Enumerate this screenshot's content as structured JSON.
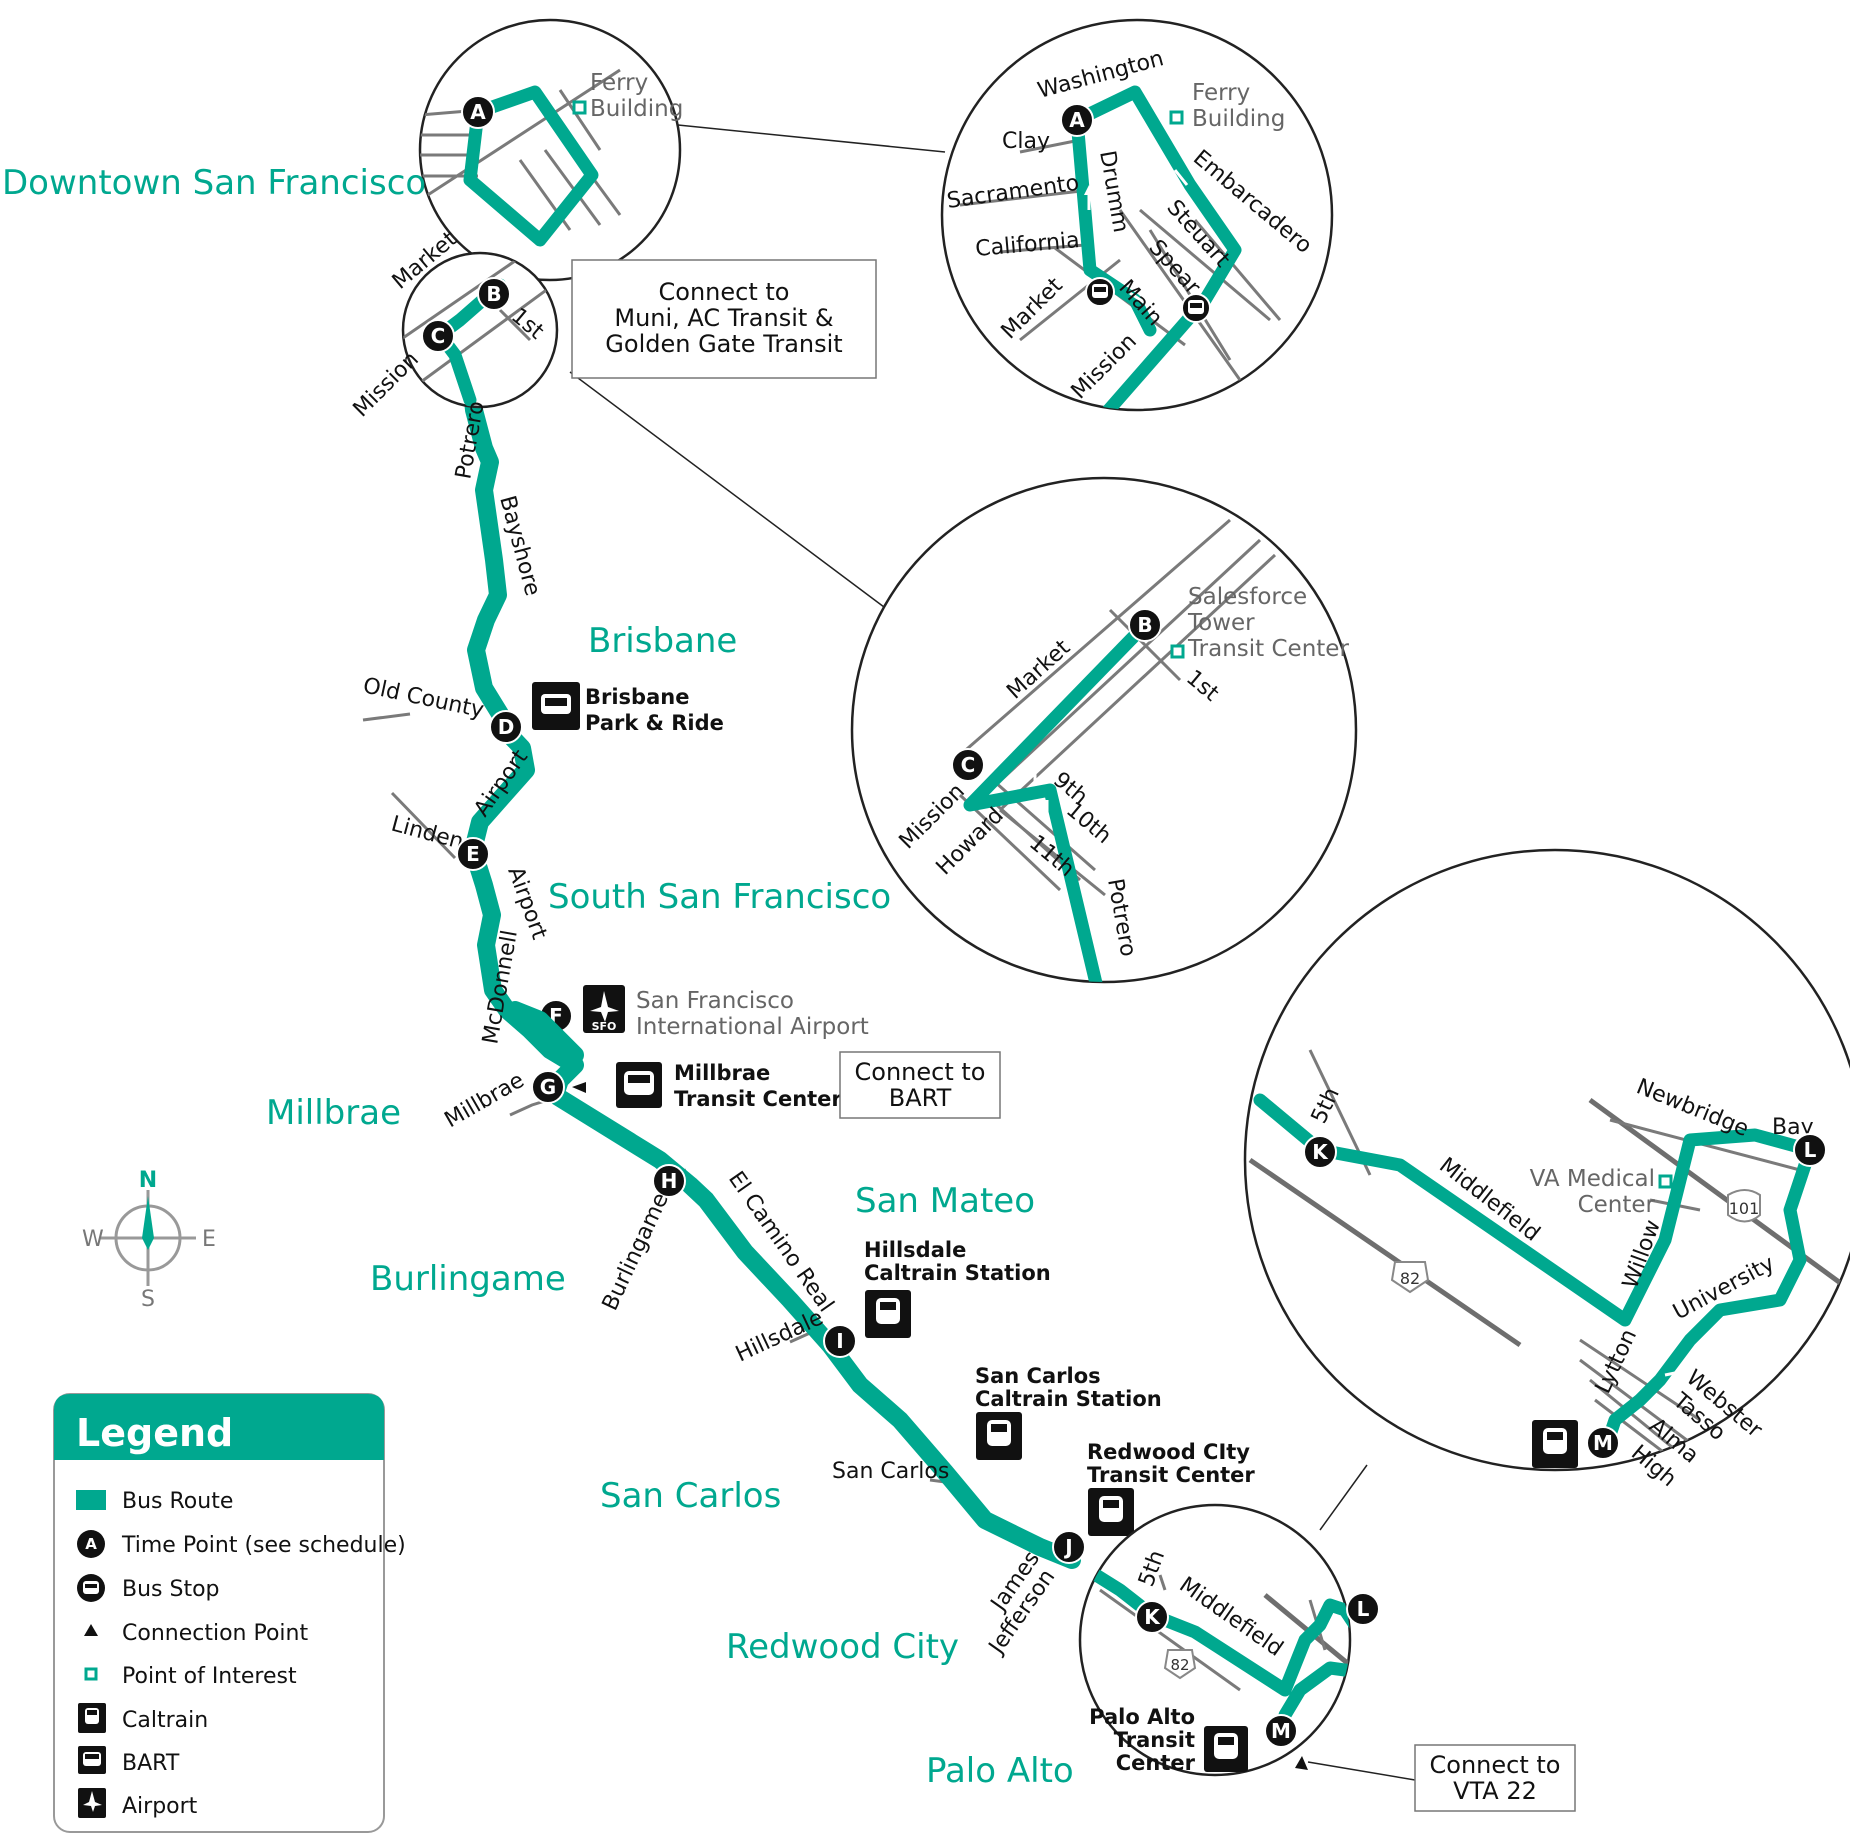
{
  "cities": {
    "downtown_sf": "Downtown San Francisco",
    "brisbane": "Brisbane",
    "south_sf": "South San Francisco",
    "millbrae": "Millbrae",
    "san_mateo": "San Mateo",
    "burlingame": "Burlingame",
    "san_carlos": "San Carlos",
    "redwood_city": "Redwood City",
    "palo_alto": "Palo Alto"
  },
  "time_points": [
    "A",
    "B",
    "C",
    "D",
    "E",
    "F",
    "G",
    "H",
    "I",
    "J",
    "K",
    "L",
    "M"
  ],
  "streets": {
    "market": "Market",
    "mission": "Mission",
    "first": "1st",
    "potrero": "Potrero",
    "bayshore": "Bayshore",
    "old_county": "Old County",
    "airport": "Airport",
    "linden": "Linden",
    "mcdonnell": "McDonnell",
    "millbrae": "Millbrae",
    "burlingame": "Burlingame",
    "el_camino_real": "El Camino Real",
    "hillsdale": "Hillsdale",
    "san_carlos": "San Carlos",
    "james": "James",
    "jefferson": "Jefferson",
    "fifth": "5th",
    "middlefield": "Middlefield",
    "washington": "Washington",
    "clay": "Clay",
    "sacramento": "Sacramento",
    "california": "California",
    "drumm": "Drumm",
    "embarcadero": "Embarcadero",
    "steuart": "Steuart",
    "spear": "Spear",
    "main": "Main",
    "howard": "Howard",
    "ninth": "9th",
    "tenth": "10th",
    "eleventh": "11th",
    "newbridge": "Newbridge",
    "bay": "Bay",
    "willow": "Willow",
    "university": "University",
    "lytton": "Lytton",
    "webster": "Webster",
    "tasso": "Tasso",
    "alma": "Alma",
    "high": "High"
  },
  "pois": {
    "ferry_1": "Ferry",
    "ferry_2": "Building",
    "salesforce_1": "Salesforce",
    "salesforce_2": "Tower",
    "salesforce_3": "Transit Center",
    "sfo_1": "San Francisco",
    "sfo_2": "International Airport",
    "va_1": "VA Medical",
    "va_2": "Center",
    "sfo_badge": "SFO"
  },
  "facilities": {
    "brisbane_1": "Brisbane",
    "brisbane_2": "Park & Ride",
    "millbrae_1": "Millbrae",
    "millbrae_2": "Transit Center",
    "hillsdale_1": "Hillsdale",
    "hillsdale_2": "Caltrain Station",
    "sancarlos_1": "San Carlos",
    "sancarlos_2": "Caltrain Station",
    "redwood_1": "Redwood CIty",
    "redwood_2": "Transit Center",
    "paloalto_1": "Palo Alto",
    "paloalto_2": "Transit",
    "paloalto_3": "Center"
  },
  "connections": {
    "muni_1": "Connect to",
    "muni_2": "Muni, AC Transit &",
    "muni_3": "Golden Gate Transit",
    "bart_1": "Connect to",
    "bart_2": "BART",
    "vta_1": "Connect to",
    "vta_2": "VTA 22"
  },
  "highways": {
    "h82": "82",
    "h101": "101"
  },
  "compass": {
    "n": "N",
    "e": "E",
    "s": "S",
    "w": "W"
  },
  "legend": {
    "title": "Legend",
    "items": [
      "Bus Route",
      "Time Point (see schedule)",
      "Bus Stop",
      "Connection Point",
      "Point of Interest",
      "Caltrain",
      "BART",
      "Airport"
    ]
  },
  "colors": {
    "route": "#00a88f",
    "street": "#7a7a7a",
    "time_point": "#111111"
  }
}
